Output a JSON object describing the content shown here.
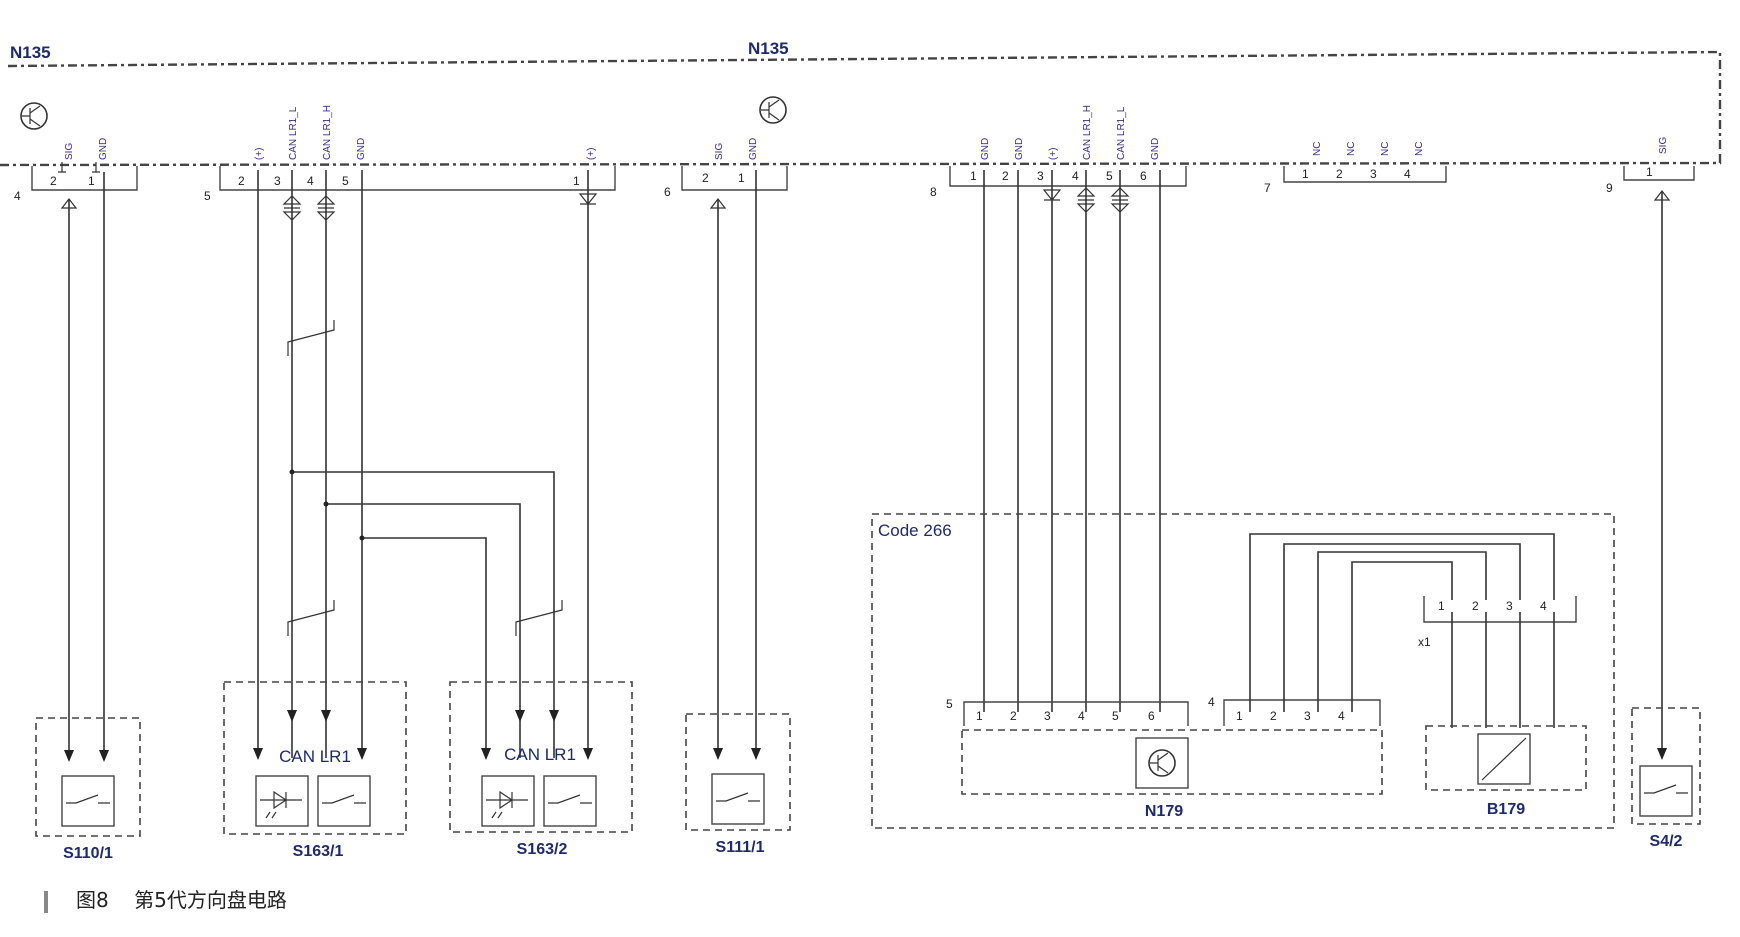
{
  "module_top": {
    "label_left": "N135",
    "label_center": "N135"
  },
  "connectors": [
    {
      "no": "4",
      "pins": [
        {
          "n": "2",
          "sig": "SIG"
        },
        {
          "n": "1",
          "sig": "GND"
        }
      ]
    },
    {
      "no": "5",
      "pins": [
        {
          "n": "2",
          "sig": "(+)"
        },
        {
          "n": "3",
          "sig": "CAN LR1_L"
        },
        {
          "n": "4",
          "sig": "CAN LR1_H"
        },
        {
          "n": "5",
          "sig": "GND"
        },
        {
          "n": "1",
          "sig": "(+)"
        }
      ]
    },
    {
      "no": "6",
      "pins": [
        {
          "n": "2",
          "sig": "SIG"
        },
        {
          "n": "1",
          "sig": "GND"
        }
      ]
    },
    {
      "no": "8",
      "pins": [
        {
          "n": "1",
          "sig": "GND"
        },
        {
          "n": "2",
          "sig": "GND"
        },
        {
          "n": "3",
          "sig": "(+)"
        },
        {
          "n": "4",
          "sig": "CAN LR1_H"
        },
        {
          "n": "5",
          "sig": "CAN LR1_L"
        },
        {
          "n": "6",
          "sig": "GND"
        }
      ]
    },
    {
      "no": "7",
      "pins": [
        {
          "n": "1",
          "sig": "NC"
        },
        {
          "n": "2",
          "sig": "NC"
        },
        {
          "n": "3",
          "sig": "NC"
        },
        {
          "n": "4",
          "sig": "NC"
        }
      ]
    },
    {
      "no": "9",
      "pins": [
        {
          "n": "1",
          "sig": "SIG"
        }
      ]
    }
  ],
  "components": {
    "s110_1": "S110/1",
    "s163_1": "S163/1",
    "s163_2": "S163/2",
    "s111_1": "S111/1",
    "s4_2": "S4/2",
    "can_label_1": "CAN LR1",
    "can_label_2": "CAN LR1",
    "n179": "N179",
    "b179": "B179"
  },
  "code_block": {
    "label": "Code 266",
    "n179_conn": {
      "no": "5",
      "pins": [
        "1",
        "2",
        "3",
        "4",
        "5",
        "6"
      ]
    },
    "conn4": {
      "no": "4",
      "pins": [
        "1",
        "2",
        "3",
        "4"
      ]
    },
    "x1": {
      "label": "x1",
      "pins": [
        "1",
        "2",
        "3",
        "4"
      ]
    }
  },
  "caption": {
    "fig": "图8",
    "title": "第5代方向盘电路"
  }
}
